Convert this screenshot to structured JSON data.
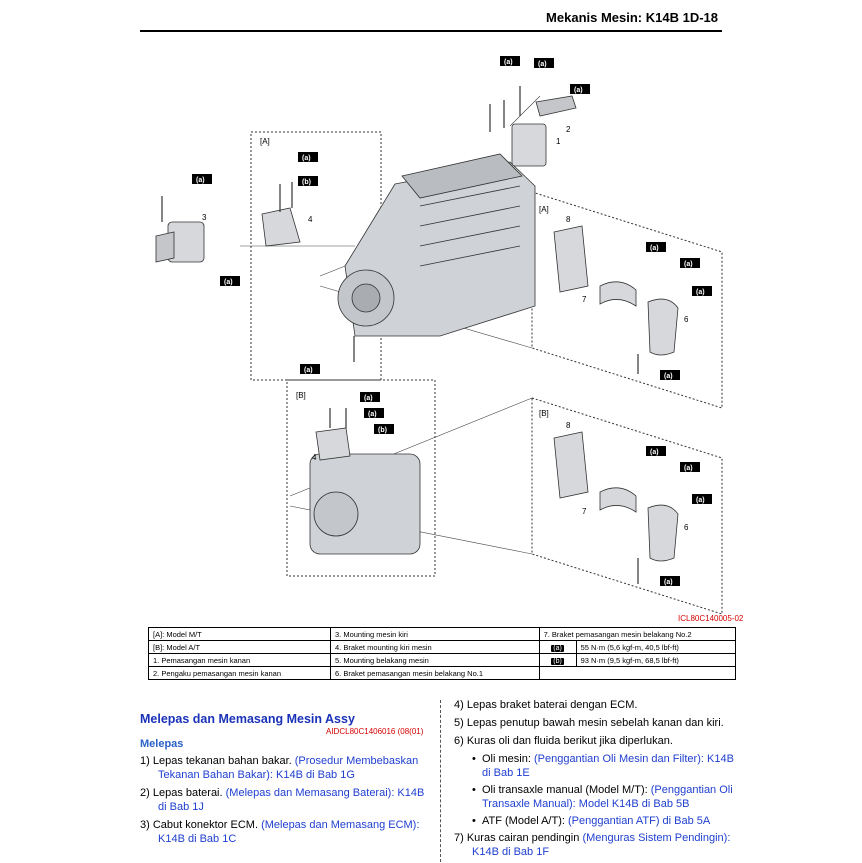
{
  "header": {
    "title": "Mekanis Mesin: K14B   1D-18"
  },
  "figure": {
    "id": "ICL80C140005-02",
    "group_labels": {
      "a_left": "[A]",
      "b_left": "[B]",
      "a_right": "[A]",
      "b_right": "[B]"
    },
    "torque_a": "(a)",
    "torque_b": "(b)",
    "callouts": [
      "1",
      "2",
      "3",
      "4",
      "4",
      "6",
      "7",
      "8",
      "6",
      "7",
      "8"
    ]
  },
  "legend": {
    "rows": [
      [
        "[A]:  Model M/T",
        "3.  Mounting mesin kiri",
        "7.  Braket pemasangan mesin belakang No.2"
      ],
      [
        "[B]:  Model A/T",
        "4.  Braket mounting kiri mesin",
        "55 N·m (5,6 kgf-m, 40,5 lbf-ft)"
      ],
      [
        "1.  Pemasangan mesin kanan",
        "5.  Mounting belakang mesin",
        "93 N·m (9,5 kgf-m, 68,5 lbf-ft)"
      ],
      [
        "2.  Pengaku pemasangan mesin kanan",
        "6.  Braket pemasangan mesin belakang No.1",
        ""
      ]
    ],
    "torque_badges": [
      "(a)",
      "(b)"
    ]
  },
  "section": {
    "title": "Melepas dan Memasang Mesin Assy",
    "id": "AIDCL80C1406016 (08(01)",
    "subtitle": "Melepas"
  },
  "left_steps": [
    {
      "num": "1)",
      "text": "Lepas tekanan bahan bakar.",
      "link": "(Prosedur Membebaskan Tekanan Bahan Bakar): K14B di Bab 1G"
    },
    {
      "num": "2)",
      "text": "Lepas baterai.",
      "link": "(Melepas dan Memasang Baterai): K14B di Bab 1J"
    },
    {
      "num": "3)",
      "text": "Cabut konektor ECM.",
      "link": "(Melepas dan Memasang ECM): K14B di Bab 1C"
    }
  ],
  "right_steps": {
    "s4": {
      "num": "4)",
      "text": "Lepas braket baterai dengan ECM."
    },
    "s5": {
      "num": "5)",
      "text": "Lepas penutup bawah mesin sebelah kanan dan kiri."
    },
    "s6": {
      "num": "6)",
      "text": "Kuras oli dan fluida berikut jika diperlukan."
    },
    "b1": {
      "text": "Oli mesin:",
      "link": "(Penggantian Oli Mesin dan Filter): K14B di Bab 1E"
    },
    "b2": {
      "text": "Oli transaxle manual (Model M/T):",
      "link": "(Penggantian Oli Transaxle Manual): Model K14B di Bab 5B"
    },
    "b3": {
      "text": "ATF (Model A/T):",
      "link": "(Penggantian ATF) di Bab 5A"
    },
    "s7": {
      "num": "7)",
      "text": "Kuras cairan pendingin",
      "link": "(Menguras Sistem Pendingin): K14B di Bab 1F"
    }
  }
}
